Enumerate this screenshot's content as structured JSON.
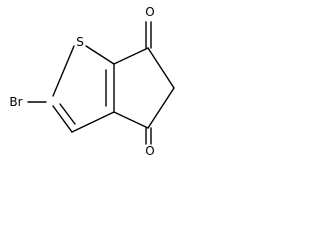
{
  "molecule": {
    "atoms": {
      "sulfur": "S",
      "bromine": "Br",
      "oxygen_top": "O",
      "oxygen_bottom": "O"
    }
  }
}
